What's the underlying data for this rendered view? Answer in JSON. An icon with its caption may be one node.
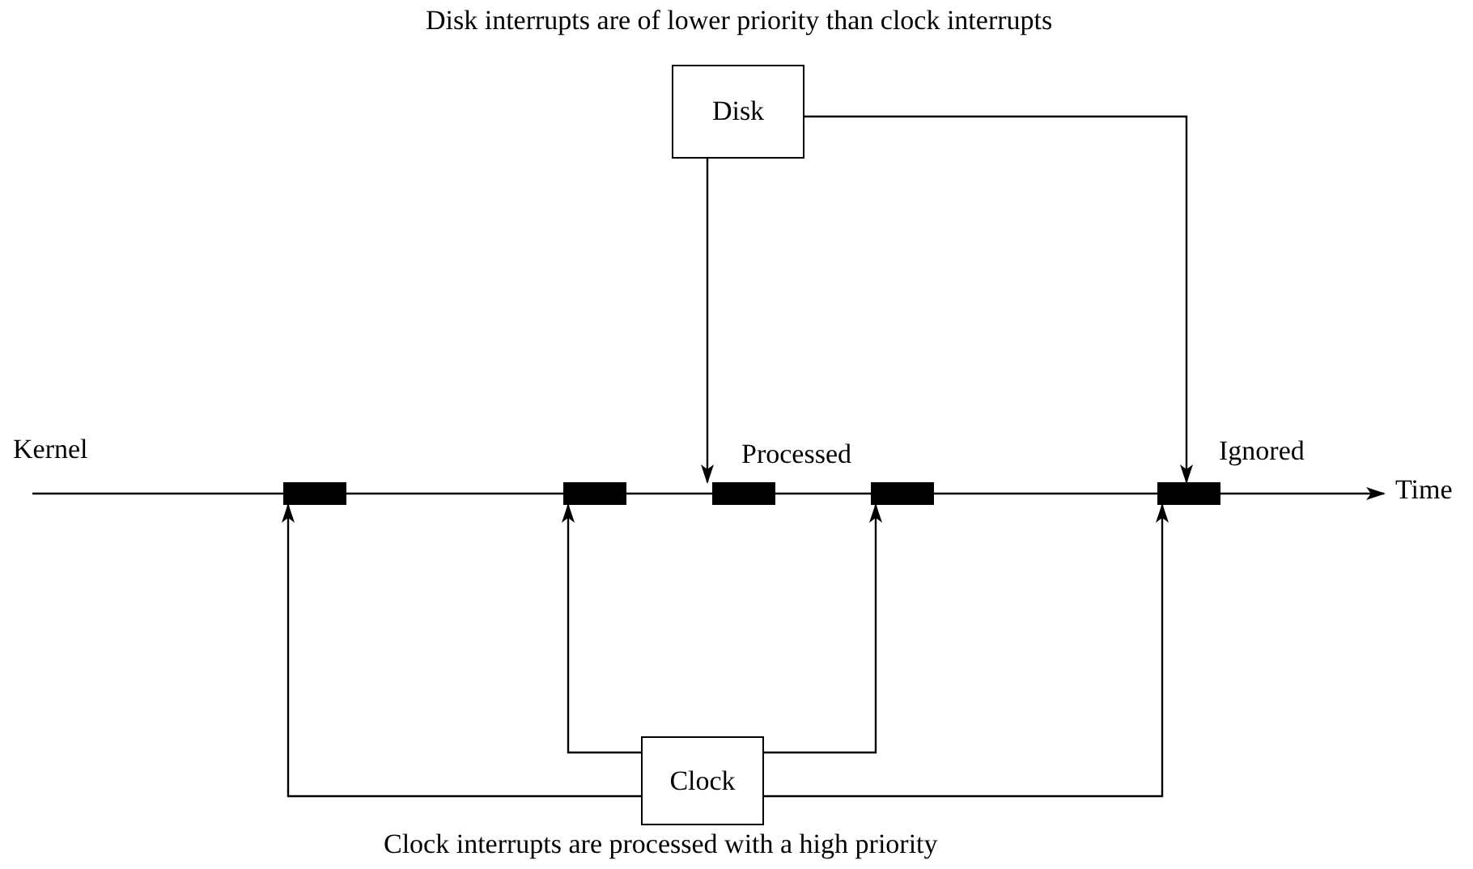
{
  "diagram": {
    "title": "Disk interrupts are of lower priority than clock interrupts",
    "caption": "Clock interrupts are processed with a high priority",
    "nodes": [
      {
        "text": [
          "Disk"
        ]
      },
      {
        "text": [
          "Clock"
        ]
      },
      {
        "text": [],
        "shape": "bar"
      },
      {
        "text": [],
        "shape": "bar"
      },
      {
        "text": [],
        "shape": "bar",
        "beside": [
          "Processed"
        ]
      },
      {
        "text": [],
        "shape": "bar"
      },
      {
        "text": [],
        "shape": "bar",
        "beside": [
          "Ignored"
        ]
      }
    ],
    "edges": [
      {
        "from": 0,
        "to": 4,
        "arrow": "to"
      },
      {
        "from": 0,
        "to": 6,
        "arrow": "to"
      },
      {
        "from": 1,
        "to": 2,
        "arrow": "to"
      },
      {
        "from": 1,
        "to": 3,
        "arrow": "to"
      },
      {
        "from": 1,
        "to": 5,
        "arrow": "to"
      },
      {
        "from": 1,
        "to": 6,
        "arrow": "to"
      }
    ],
    "labels": [
      "Kernel",
      "Time"
    ]
  }
}
